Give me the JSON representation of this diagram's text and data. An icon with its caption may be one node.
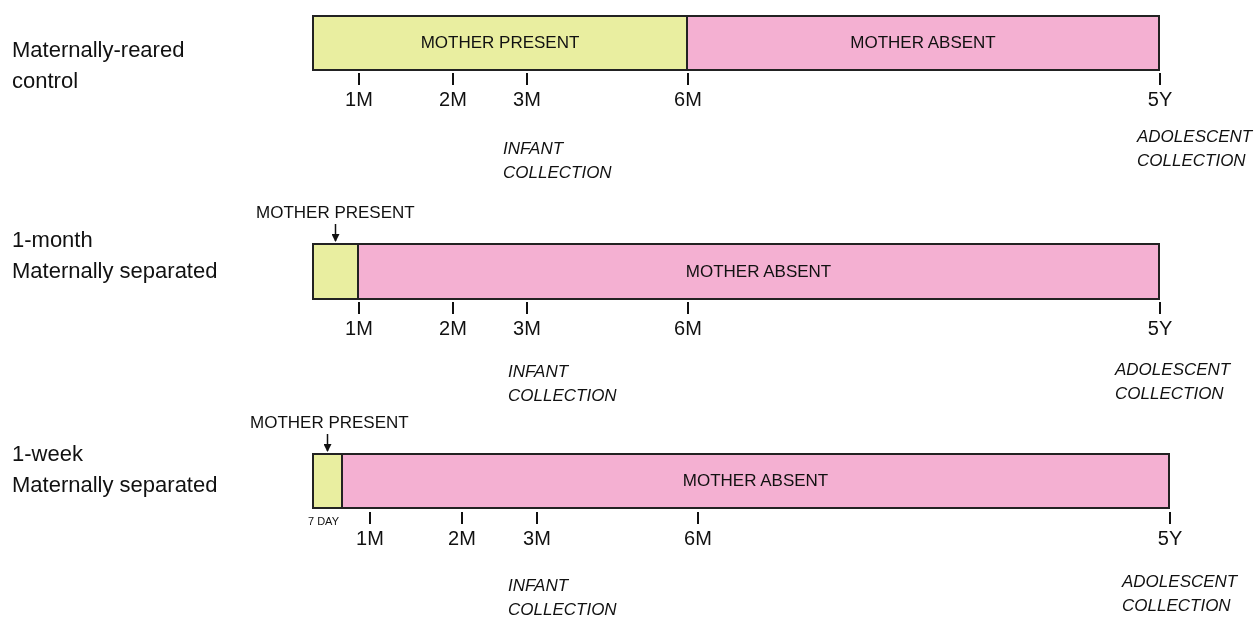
{
  "diagram": {
    "nodes": [
      {
        "text": [
          "MOTHER PRESENT"
        ]
      },
      {
        "text": [
          "MOTHER ABSENT"
        ]
      },
      {
        "text": [
          "MOTHER PRESENT"
        ]
      },
      {
        "text": [],
        "shape": "box"
      },
      {
        "text": [
          "MOTHER ABSENT"
        ]
      },
      {
        "text": [
          "MOTHER PRESENT"
        ]
      },
      {
        "text": [],
        "shape": "box"
      },
      {
        "text": [
          "MOTHER ABSENT"
        ]
      }
    ],
    "edges": [
      {
        "from": 2,
        "to": 3,
        "arrow": "to"
      },
      {
        "from": 5,
        "to": 6,
        "arrow": "to"
      }
    ],
    "labels": [
      "Maternally-reared control",
      "1M",
      "2M",
      "3M",
      "6M",
      "5Y",
      "INFANT COLLECTION",
      "ADOLESCENT COLLECTION",
      "1-month Maternally separated",
      "1M",
      "2M",
      "3M",
      "6M",
      "5Y",
      "INFANT COLLECTION",
      "ADOLESCENT COLLECTION",
      "1-week Maternally separated",
      "7 DAY",
      "1M",
      "2M",
      "3M",
      "6M",
      "5Y",
      "INFANT COLLECTION",
      "ADOLESCENT COLLECTION"
    ]
  }
}
